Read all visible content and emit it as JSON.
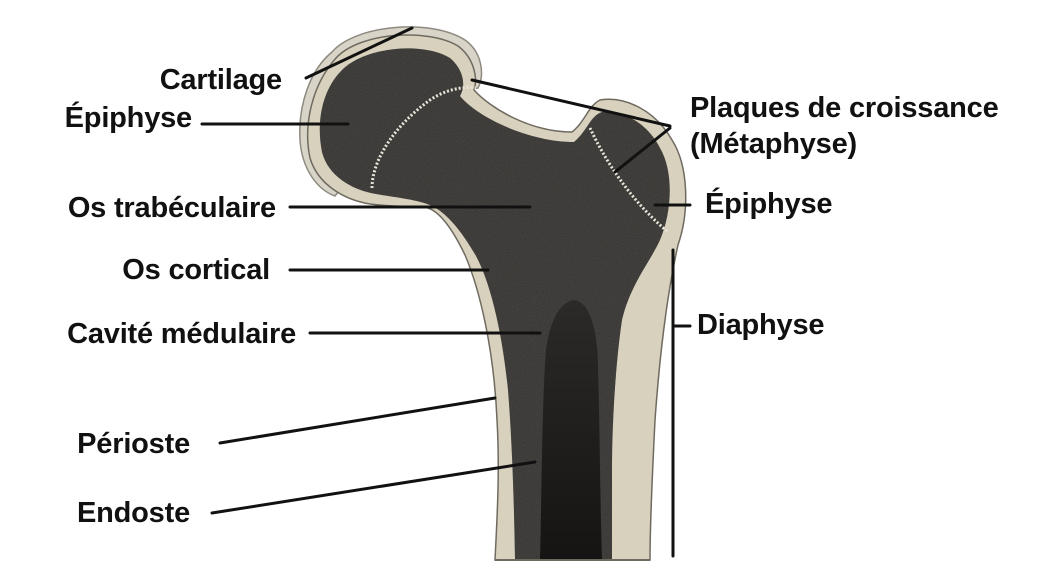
{
  "colors": {
    "background": "#ffffff",
    "label_text": "#111111",
    "leader_line": "#111111",
    "cartilage": "#d9d4c8",
    "cortical_bone": "#d8d1bd",
    "trabecular_bone": "#4a4845",
    "medullary_cavity": "#1c1b1a",
    "growth_plate": "#e8e4d8"
  },
  "labels": {
    "cartilage": "Cartilage",
    "epiphysis_left": "Épiphyse",
    "trabecular_bone": "Os trabéculaire",
    "cortical_bone": "Os cortical",
    "medullary_cavity": "Cavité médulaire",
    "periosteum": "Périoste",
    "endosteum": "Endoste",
    "growth_plates_line1": "Plaques de croissance",
    "growth_plates_line2": "(Métaphyse)",
    "epiphysis_right": "Épiphyse",
    "diaphysis": "Diaphyse"
  }
}
